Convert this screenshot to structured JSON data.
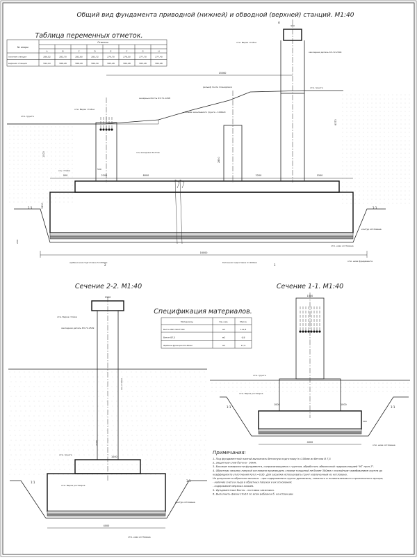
{
  "sheet": {
    "title": "Общий вид фундамента приводной (нижней) и обводной (верхней) станций. М1:40",
    "elevation_table": {
      "title": "Таблица переменных отметок.",
      "corner_label": "№ опоры",
      "group_label": "Отметки",
      "columns": [
        "A",
        "B",
        "C",
        "D",
        "E",
        "F",
        "G",
        "H"
      ],
      "rows": [
        {
          "name": "нижняя станция",
          "values": [
            "286,52",
            "282,70",
            "282,60",
            "283,72",
            "279,70",
            "278,50",
            "277,70",
            "277,40"
          ]
        },
        {
          "name": "верхняя станция",
          "values": [
            "592,10",
            "588,28",
            "588,18",
            "589,30",
            "585,28",
            "584,08",
            "583,28",
            "582,98"
          ]
        }
      ]
    },
    "spec_table": {
      "title": "Спецификация материалов.",
      "headers": [
        "Материалы",
        "Ед. изм.",
        "Масса"
      ],
      "rows": [
        {
          "name": "Бетон В25 W6 F300",
          "unit": "м3",
          "value": "111,8"
        },
        {
          "name": "Бетон В7,5",
          "unit": "м3",
          "value": "6,8"
        },
        {
          "name": "Щебень фракции 20-40мм",
          "unit": "м3",
          "value": "17,9"
        }
      ]
    },
    "main_view": {
      "labels": {
        "top_of_post": "отм. Верха стойки",
        "embedded_part": "закладная деталь\nКЗ-72-2509",
        "anchor_bolts": "анкерные болты\nКЗ-71-1298",
        "anchor_axis": "ось анкерных болтов",
        "post_axis": "ось стойки",
        "relief": "рельеф после планировки",
        "ground_mark": "отм. грунта",
        "soil_volume": "Объем засыпаемого грунта - 1000м3",
        "rubble_bed": "щебеночная подготовка h=200мм",
        "concrete_bed": "бетонная подготовка h=100мм",
        "pit_contour": "контур котлована",
        "pit_bottom": "отм. низа котлована",
        "foundation_bottom": "отм. низа фундамента",
        "slope": "1:1",
        "section_2": "2",
        "section_1": "1",
        "letter_a": "А"
      },
      "dims": {
        "total_length": "16000",
        "span": "15560",
        "left_offset": "950",
        "d2200": "2200",
        "d8000": "8000",
        "d2200b": "2200",
        "d1500": "1500",
        "d950": "950",
        "h1000": "1000",
        "h1500": "1500",
        "h2850": "2850",
        "h6370": "6370",
        "h200": "200",
        "h100": "100",
        "d500": "500",
        "top_w": "950",
        "top_h": "180"
      }
    },
    "section22": {
      "title": "Сечение 2-2. М1:40",
      "labels": {
        "top_of_post": "отм. Верха стойки",
        "embedded_part": "закладная деталь\nКЗ-72-2509",
        "ground_after": "отм. грунта",
        "post_axis": "ось стойки",
        "top_of_grillage": "отм. Верха ростверка",
        "pit_bottom": "отм. низа котлована",
        "pit_contour": "контур котлована",
        "slope": "1:1",
        "post_label": "верха стойки"
      },
      "dims": {
        "top": "1500",
        "mid": "1000",
        "bottom": "4000",
        "h": "2500"
      }
    },
    "section11": {
      "title": "Сечение 1-1. М1:40",
      "labels": {
        "ground": "отм. грунта",
        "top_of_grillage": "отм. Верха ростверка",
        "pit_bottom": "отм. низа котлована",
        "slope": "1:1"
      },
      "dims": {
        "top": "1500",
        "left": "1000",
        "right": "1000",
        "bottom": "4000",
        "h": "500"
      }
    },
    "notes": {
      "heading": "Примечания:",
      "items": [
        "1. Под фундаментной плитой выполнить бетонную подготовку h=100мм из бетона В 7,5",
        "2. Защитный слой бетона - 50мм.",
        "3. Боковые поверхности фундамента, соприкасающиеся с грунтом, обработать обмазочной гидроизоляцией \"КТ трон-7\".",
        "4. Обратную засыпку пазухой котлована производить слоями толщиной не более 300мм с послойным трамбованием грунта до",
        "   коэффициента уплотнения Купл.=0,95. Для засыпки использовать грунт извлеченный из котлована.",
        "Не допускается обратная засыпка: - при содержании в грунте древесины, снежного и полиэтиленового строительного мусора;",
        "   - наличие снега и льда в обратных пазухах и их основании;",
        "   - содержание мерзлых комьев.",
        "5. Фундаментные болты - поставка заказчика.",
        "6. Выполнить фаски 10x10 по всем ребрам и б. конструкции."
      ]
    }
  }
}
